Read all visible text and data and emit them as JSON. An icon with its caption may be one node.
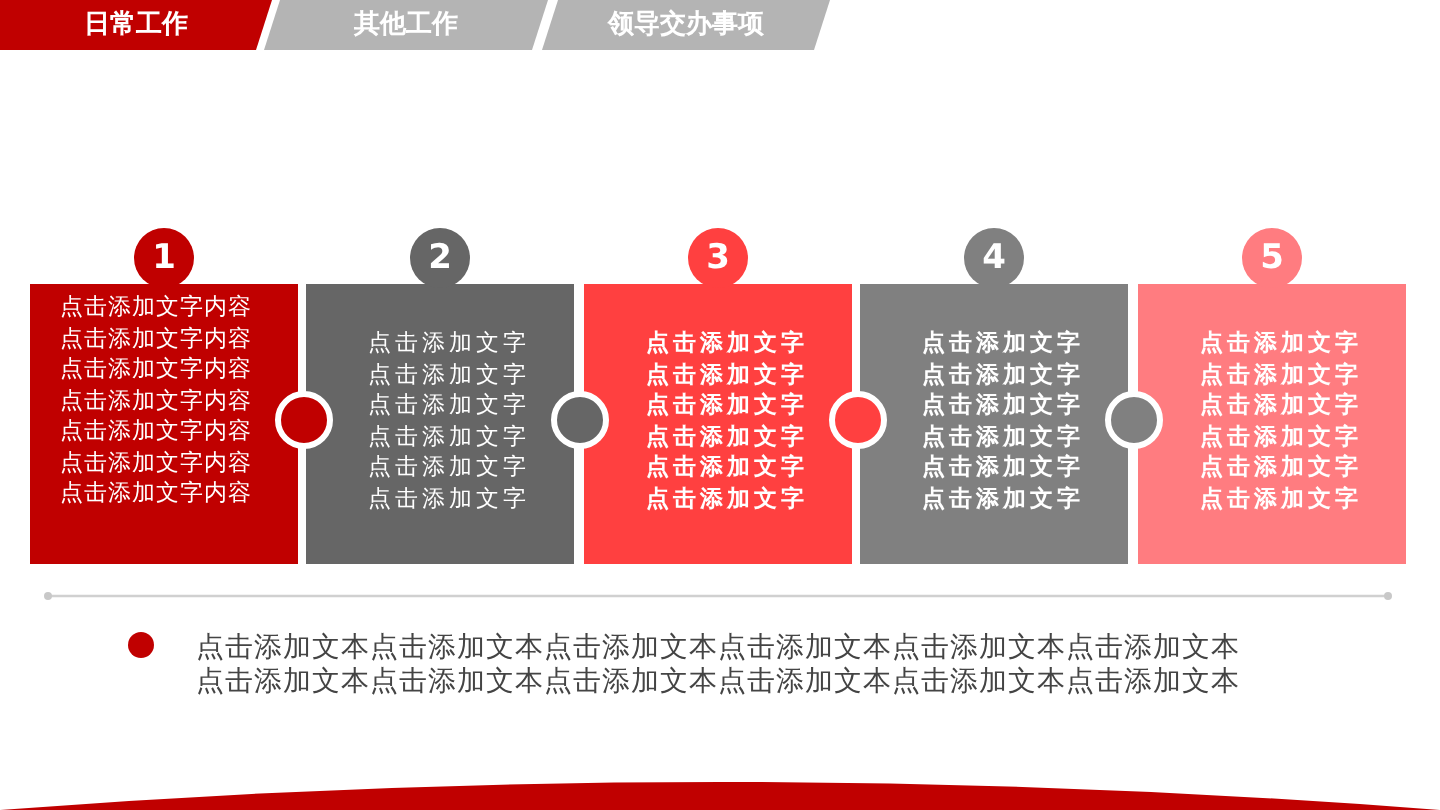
{
  "diagram": {
    "nodes": [
      {
        "text": [
          "日常工作"
        ]
      },
      {
        "text": [
          "其他工作"
        ]
      },
      {
        "text": [
          "领导交办事项"
        ]
      },
      {
        "text": [
          "1",
          "点击添加文字内容点击添加文字内容点击添加文字内容点击添加文字内容点击添加文字内容点击添加文字内容点击添加文字内容"
        ]
      },
      {
        "text": [
          "2",
          "点击添加文字点击添加文字点击添加文字点击添加文字点击添加文字点击添加文字"
        ]
      },
      {
        "text": [
          "3",
          "点击添加文字点击添加文字点击添加文字点击添加文字点击添加文字点击添加文字"
        ]
      },
      {
        "text": [
          "4",
          "点击添加文字点击添加文字点击添加文字点击添加文字点击添加文字点击添加文字"
        ]
      },
      {
        "text": [
          "5",
          "点击添加文字点击添加文字点击添加文字点击添加文字点击添加文字点击添加文字"
        ]
      }
    ],
    "labels": [
      "点击添加文本点击添加文本点击添加文本点击添加文本点击添加文本点击添加文本点击添加文本点击添加文本点击添加文本点击添加文本点击添加文本点击添加文本"
    ]
  }
}
